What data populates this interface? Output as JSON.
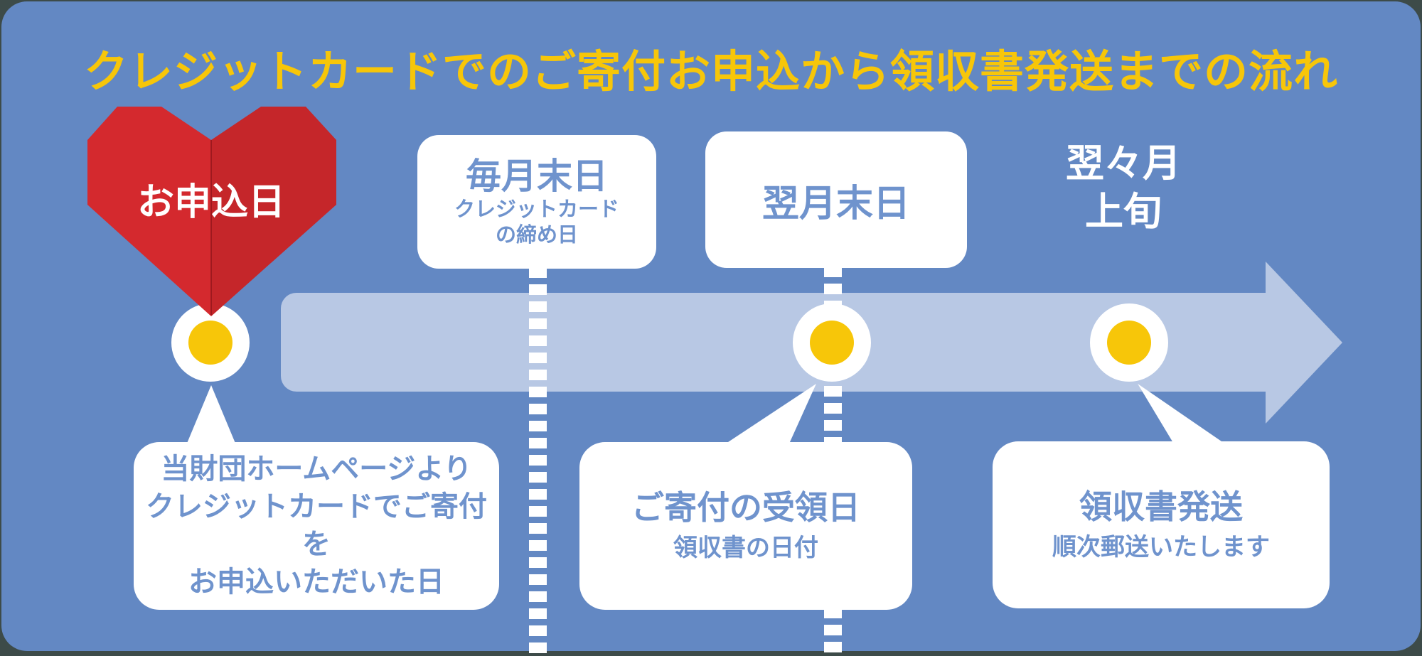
{
  "colors": {
    "outer_background": "#3d4b49",
    "card_background": "#6388c3",
    "timeline_band": "#b8c8e4",
    "accent_yellow": "#f7c609",
    "heart_red": "#d4292e",
    "box_text_blue": "#6f93cd",
    "white": "#ffffff"
  },
  "title": "クレジットカードでのご寄付お申込から領収書発送までの流れ",
  "start_marker": {
    "label": "お申込日"
  },
  "top_labels": [
    {
      "title": "毎月末日",
      "subtitle_line1": "クレジットカード",
      "subtitle_line2": "の締め日"
    },
    {
      "title": "翌月末日"
    },
    {
      "line1": "翌々月",
      "line2": "上旬"
    }
  ],
  "bottom_callouts": [
    {
      "line1": "当財団ホームページより",
      "line2": "クレジットカードでご寄付を",
      "line3": "お申込いただいた日"
    },
    {
      "title": "ご寄付の受領日",
      "subtitle": "領収書の日付"
    },
    {
      "title": "領収書発送",
      "subtitle": "順次郵送いたします"
    }
  ]
}
